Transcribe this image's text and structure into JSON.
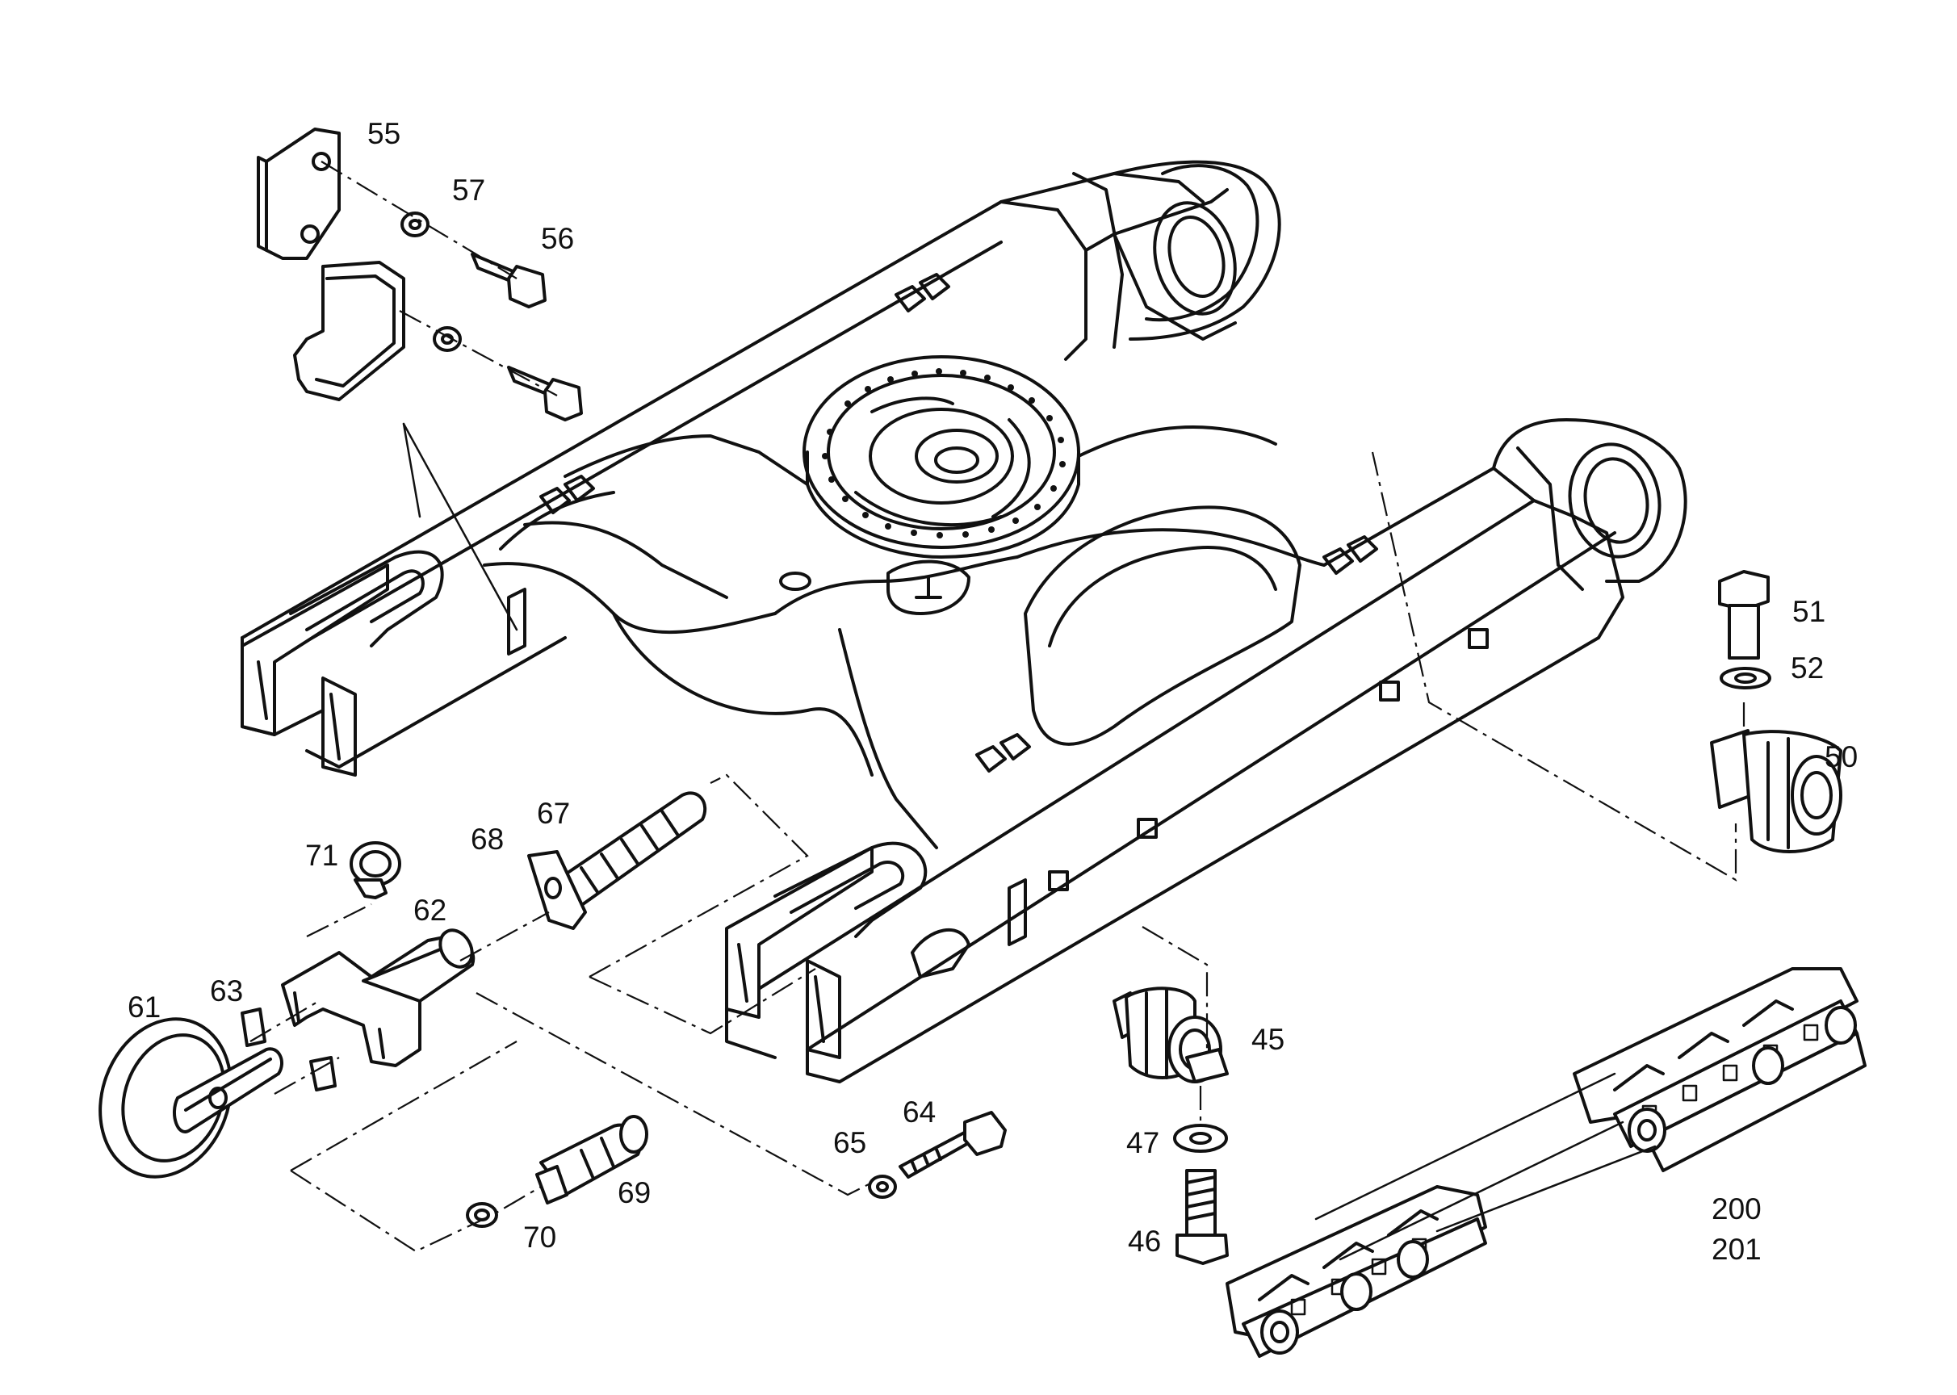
{
  "diagram": {
    "labels": {
      "p55": "55",
      "p57": "57",
      "p56": "56",
      "p51": "51",
      "p52": "52",
      "p50": "50",
      "p67": "67",
      "p68": "68",
      "p71": "71",
      "p62": "62",
      "p61": "61",
      "p63": "63",
      "p45": "45",
      "p47": "47",
      "p46": "46",
      "p64": "64",
      "p65": "65",
      "p69": "69",
      "p70": "70",
      "p200": "200",
      "p201": "201"
    }
  }
}
